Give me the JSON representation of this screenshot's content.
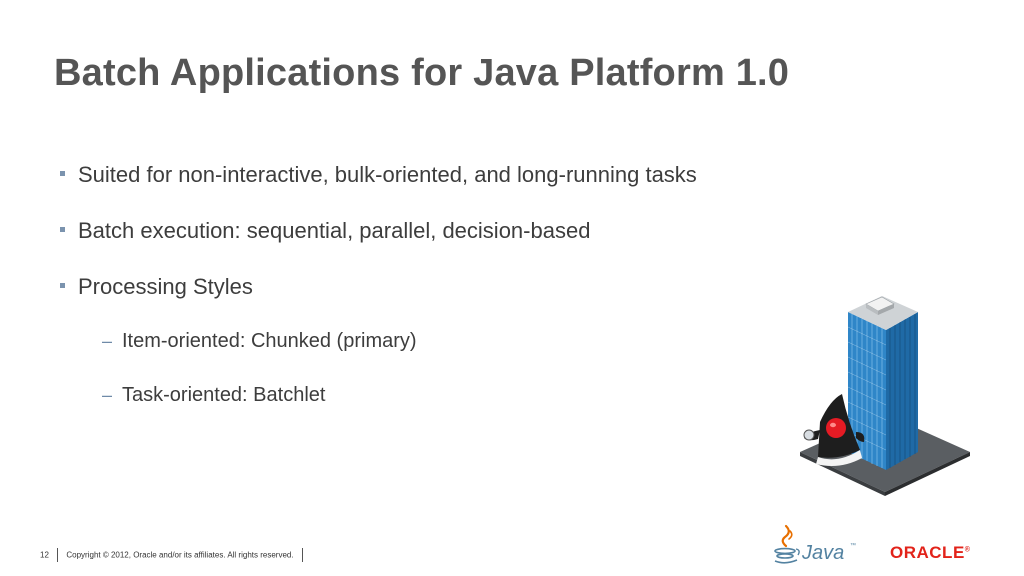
{
  "slide": {
    "title": "Batch Applications for Java Platform 1.0",
    "bullets": [
      {
        "text": "Suited for non-interactive, bulk-oriented, and long-running tasks"
      },
      {
        "text": "Batch execution: sequential, parallel, decision-based"
      },
      {
        "text": "Processing Styles"
      }
    ],
    "sub_bullets": [
      {
        "text": "Item-oriented: Chunked (primary)"
      },
      {
        "text": "Task-oriented: Batchlet"
      }
    ],
    "sub_marker": "–"
  },
  "footer": {
    "page_number": "12",
    "copyright": "Copyright © 2012, Oracle and/or its affiliates. All rights reserved."
  },
  "logos": {
    "java": "Java",
    "java_tm": "™",
    "oracle": "ORACLE",
    "oracle_reg": "®"
  },
  "colors": {
    "title": "#555555",
    "bullet_marker": "#7b93ae",
    "oracle_red": "#e2231a",
    "java_blue": "#5382a1",
    "java_orange": "#e76f00",
    "building_blue": "#2f86c8"
  }
}
